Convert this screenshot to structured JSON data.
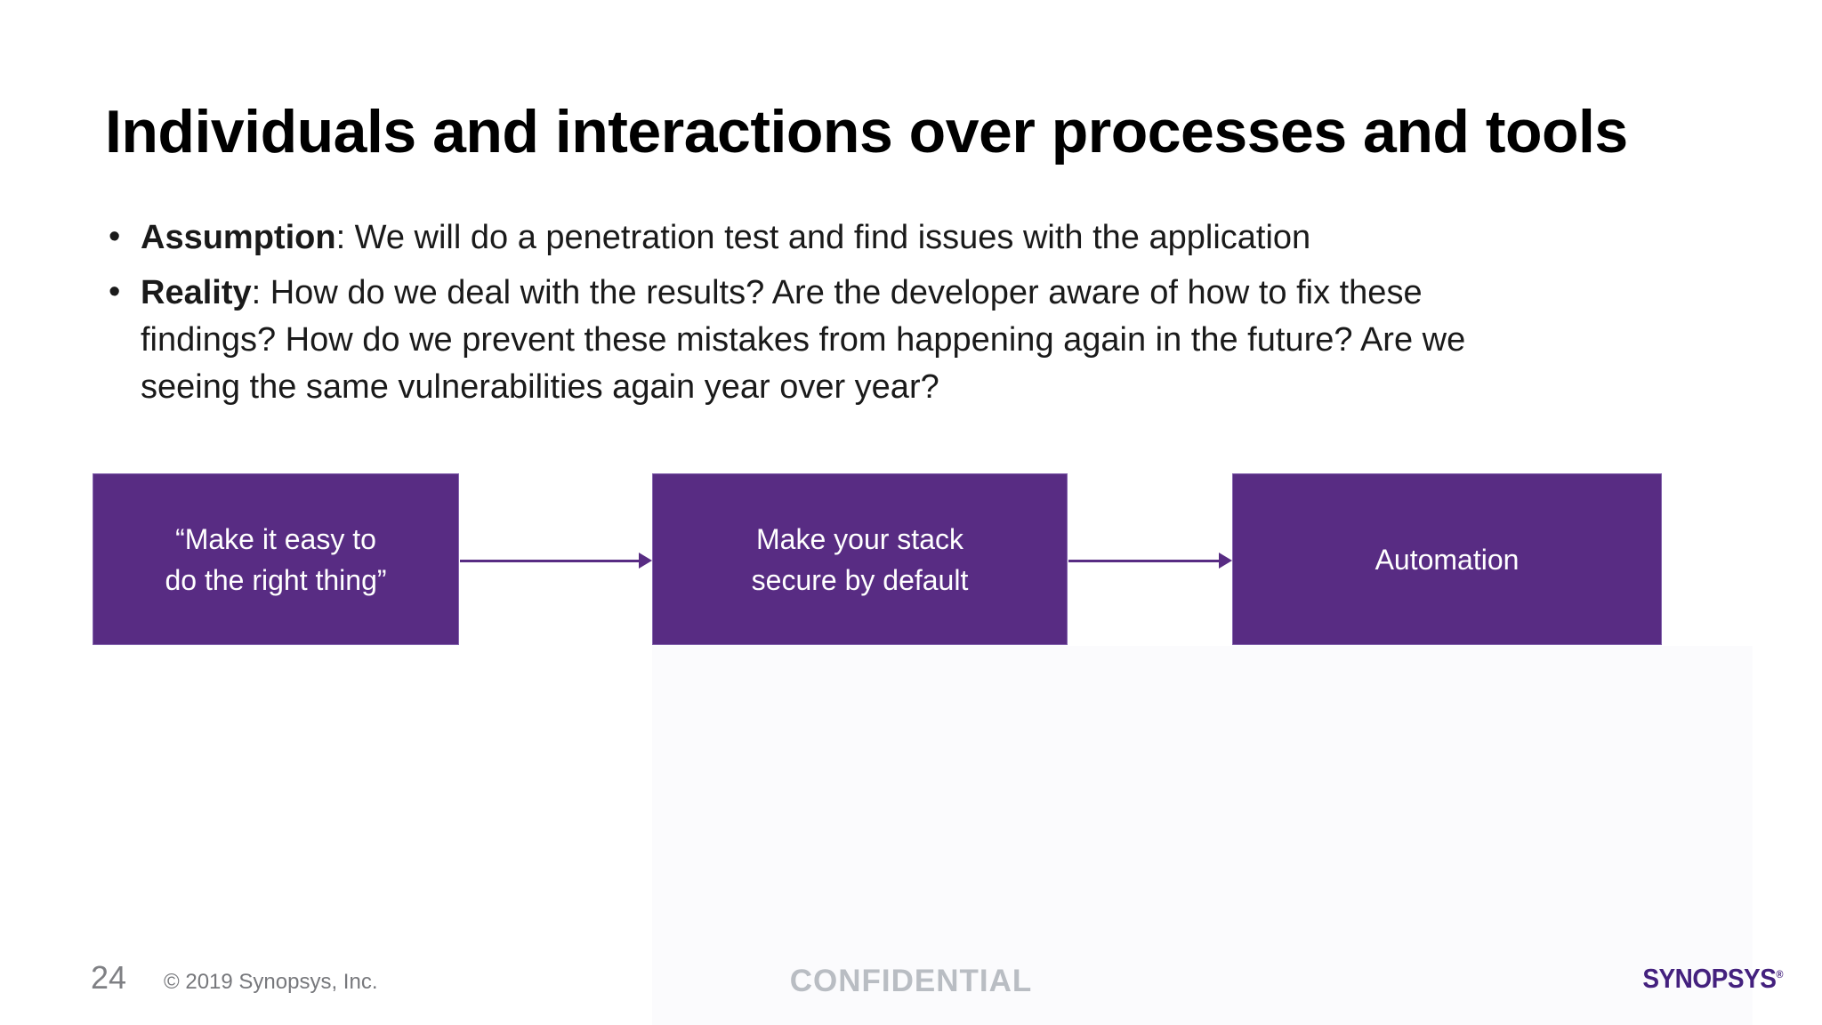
{
  "slide": {
    "title": "Individuals and interactions over processes and tools",
    "bullet_char": "•",
    "bullets": [
      {
        "label": "Assumption",
        "lines": [
          ": We will do a penetration test and find issues with the application"
        ]
      },
      {
        "label": "Reality",
        "lines": [
          ": How do we deal with the results? Are the developer aware of how to fix these",
          "findings? How do we prevent these mistakes from happening again in the future? Are we",
          "seeing the same vulnerabilities again year over year?"
        ]
      }
    ],
    "flow": {
      "steps": [
        {
          "line1": "“Make it easy to",
          "line2": "do the right thing”"
        },
        {
          "line1": "Make your stack",
          "line2": "secure by default"
        },
        {
          "line1": "Automation",
          "line2": ""
        }
      ]
    },
    "footer": {
      "page_number": "24",
      "copyright": "© 2019 Synopsys, Inc.",
      "confidential": "CONFIDENTIAL",
      "logo_text": "SYNOPSYS",
      "logo_registered": "®"
    },
    "colors": {
      "box_purple": "#582c83",
      "box_border_purple": "#8565ae",
      "arrow_purple": "#582c83",
      "logo_purple": "#44217e",
      "footer_gray": "#7f8084",
      "confidential_gray": "#b9bdc3",
      "title_black": "#000000"
    }
  }
}
